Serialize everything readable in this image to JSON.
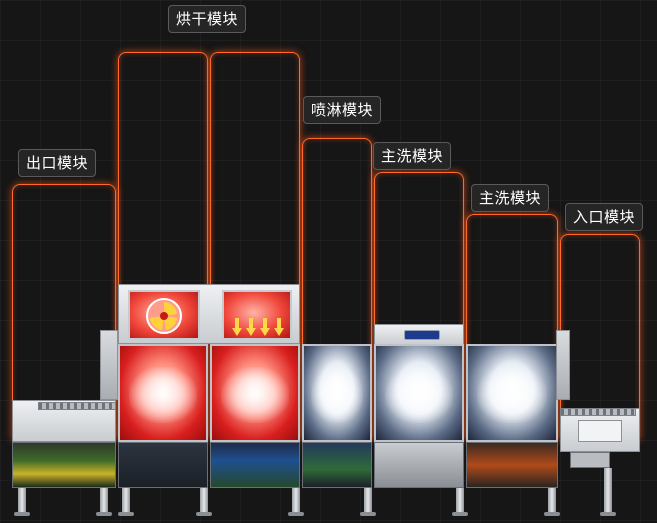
{
  "modules": [
    {
      "id": "outlet",
      "label": "出口模块"
    },
    {
      "id": "dryer",
      "label": "烘干模块"
    },
    {
      "id": "spray",
      "label": "喷淋模块"
    },
    {
      "id": "main-wash-1",
      "label": "主洗模块"
    },
    {
      "id": "main-wash-2",
      "label": "主洗模块"
    },
    {
      "id": "inlet",
      "label": "入口模块"
    }
  ],
  "colors": {
    "frame": "#ff6a2a",
    "background": "#161616",
    "drying_red": "#d81f1f",
    "wash_blue": "#5b6b86"
  }
}
